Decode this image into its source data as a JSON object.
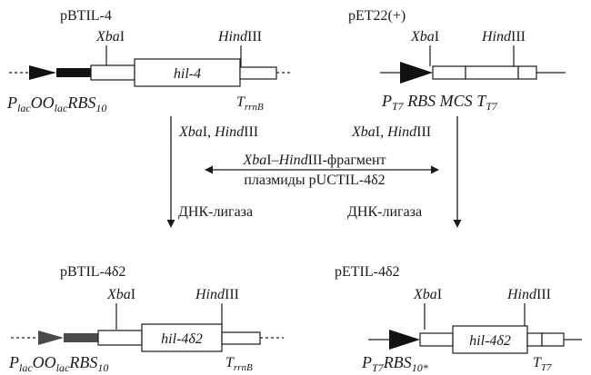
{
  "panels": {
    "pbtil4": {
      "name": "pBTIL-4",
      "site_xba": [
        {
          "t": "Xba",
          "i": true
        },
        {
          "t": "I"
        }
      ],
      "site_hind": [
        {
          "t": "Hind",
          "i": true
        },
        {
          "t": "III"
        }
      ],
      "insert": [
        {
          "t": "hil-4",
          "i": true
        }
      ],
      "promoter": [
        {
          "t": "P",
          "i": true
        },
        {
          "t": "lac",
          "i": true,
          "sub": true
        },
        {
          "t": "OO",
          "i": true
        },
        {
          "t": "lac",
          "i": true,
          "sub": true
        },
        {
          "t": "RBS",
          "i": true
        },
        {
          "t": "10",
          "i": true,
          "sub": true
        }
      ],
      "terminator": [
        {
          "t": "T",
          "i": true
        },
        {
          "t": "rrnB",
          "i": true,
          "sub": true
        }
      ]
    },
    "pet22": {
      "name": "pET22(+)",
      "site_xba": [
        {
          "t": "Xba",
          "i": true
        },
        {
          "t": "I"
        }
      ],
      "site_hind": [
        {
          "t": "Hind",
          "i": true
        },
        {
          "t": "III"
        }
      ],
      "elements": [
        {
          "t": "P",
          "i": true
        },
        {
          "t": "T7",
          "i": true,
          "sub": true
        },
        {
          "t": " RBS MCS ",
          "i": true
        },
        {
          "t": "T",
          "i": true
        },
        {
          "t": "T7",
          "i": true,
          "sub": true
        }
      ]
    },
    "pbtil4d2": {
      "name": "pBTIL-4δ2",
      "site_xba": [
        {
          "t": "Xba",
          "i": true
        },
        {
          "t": "I"
        }
      ],
      "site_hind": [
        {
          "t": "Hind",
          "i": true
        },
        {
          "t": "III"
        }
      ],
      "insert": [
        {
          "t": "hil-4δ2",
          "i": true
        }
      ],
      "promoter": [
        {
          "t": "P",
          "i": true
        },
        {
          "t": "lac",
          "i": true,
          "sub": true
        },
        {
          "t": "OO",
          "i": true
        },
        {
          "t": "lac",
          "i": true,
          "sub": true
        },
        {
          "t": "RBS",
          "i": true
        },
        {
          "t": "10",
          "i": true,
          "sub": true
        }
      ],
      "terminator": [
        {
          "t": "T",
          "i": true
        },
        {
          "t": "rrnB",
          "i": true,
          "sub": true
        }
      ]
    },
    "petil4d2": {
      "name": "pETIL-4δ2",
      "site_xba": [
        {
          "t": "Xba",
          "i": true
        },
        {
          "t": "I"
        }
      ],
      "site_hind": [
        {
          "t": "Hind",
          "i": true
        },
        {
          "t": "III"
        }
      ],
      "insert": [
        {
          "t": "hil-4δ2",
          "i": true
        }
      ],
      "promoter": [
        {
          "t": "P",
          "i": true
        },
        {
          "t": "T7",
          "i": true,
          "sub": true
        },
        {
          "t": "RBS",
          "i": true
        },
        {
          "t": "10*",
          "i": true,
          "sub": true
        }
      ],
      "terminator": [
        {
          "t": "T",
          "i": true
        },
        {
          "t": "T7",
          "i": true,
          "sub": true
        }
      ]
    }
  },
  "steps": {
    "left_digest": [
      {
        "t": "Xba",
        "i": true
      },
      {
        "t": "I, "
      },
      {
        "t": "Hind",
        "i": true
      },
      {
        "t": "III"
      }
    ],
    "right_digest": [
      {
        "t": "Xba",
        "i": true
      },
      {
        "t": "I, "
      },
      {
        "t": "Hind",
        "i": true
      },
      {
        "t": "III"
      }
    ],
    "fragment_line1": [
      {
        "t": "Xba",
        "i": true
      },
      {
        "t": "I–"
      },
      {
        "t": "Hind",
        "i": true
      },
      {
        "t": "III-фрагмент"
      }
    ],
    "fragment_line2": [
      {
        "t": "плазмиды pUCTIL-4δ2"
      }
    ],
    "left_ligase": [
      {
        "t": "ДНК-лигаза"
      }
    ],
    "right_ligase": [
      {
        "t": "ДНК-лигаза"
      }
    ]
  }
}
